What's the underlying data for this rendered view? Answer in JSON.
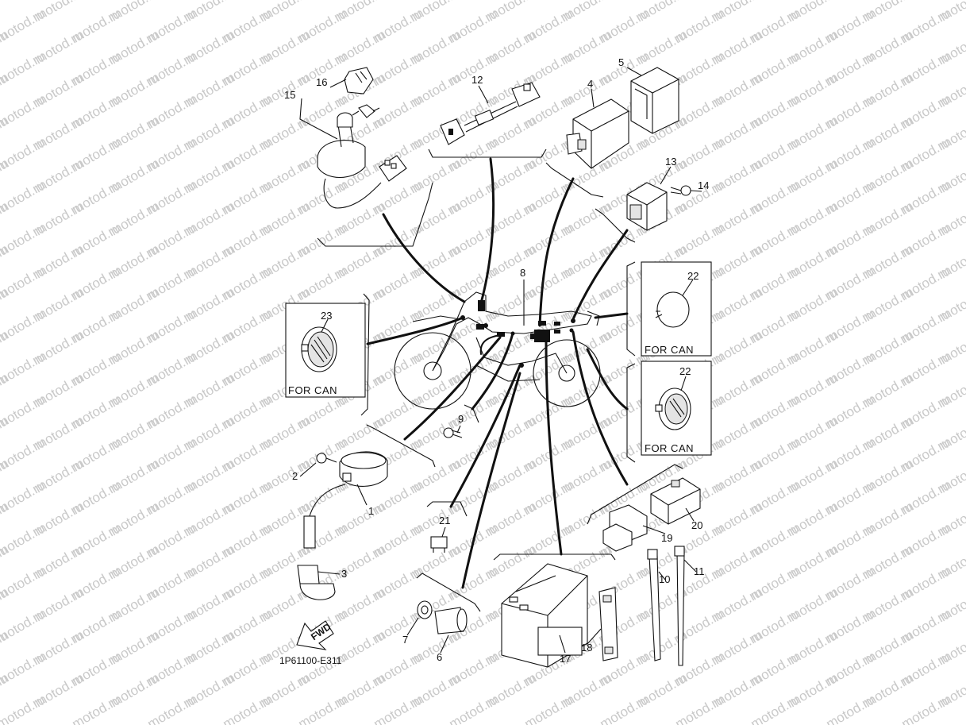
{
  "watermark": "motod.ru",
  "drawing_code": "1P61100-E311",
  "fwd_label": "FWD",
  "for_can_label": "FOR CAN",
  "callouts": {
    "c1": "1",
    "c2": "2",
    "c3": "3",
    "c4": "4",
    "c5": "5",
    "c6": "6",
    "c7": "7",
    "c8": "8",
    "c9": "9",
    "c10": "10",
    "c11": "11",
    "c12": "12",
    "c13": "13",
    "c14": "14",
    "c15": "15",
    "c16": "16",
    "c17": "17",
    "c18": "18",
    "c19": "19",
    "c20": "20",
    "c21": "21",
    "c22a": "22",
    "c22b": "22",
    "c23": "23"
  }
}
